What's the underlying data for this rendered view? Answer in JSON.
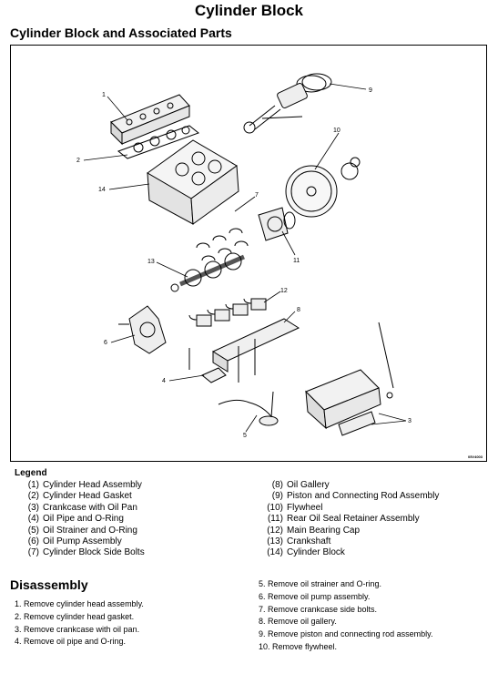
{
  "page_title": "Cylinder Block",
  "section_title": "Cylinder Block and Associated Parts",
  "figure": {
    "code": "05V4003",
    "callouts": [
      "1",
      "2",
      "14",
      "9",
      "10",
      "7",
      "11",
      "13",
      "12",
      "8",
      "6",
      "4",
      "5",
      "3"
    ]
  },
  "legend": {
    "title": "Legend",
    "items": [
      {
        "num": "(1)",
        "text": "Cylinder Head Assembly"
      },
      {
        "num": "(2)",
        "text": "Cylinder Head Gasket"
      },
      {
        "num": "(3)",
        "text": "Crankcase with Oil Pan"
      },
      {
        "num": "(4)",
        "text": "Oil Pipe and O-Ring"
      },
      {
        "num": "(5)",
        "text": "Oil Strainer and O-Ring"
      },
      {
        "num": "(6)",
        "text": "Oil Pump Assembly"
      },
      {
        "num": "(7)",
        "text": "Cylinder Block Side Bolts"
      },
      {
        "num": "(8)",
        "text": "Oil Gallery"
      },
      {
        "num": "(9)",
        "text": "Piston and Connecting Rod Assembly"
      },
      {
        "num": "(10)",
        "text": "Flywheel"
      },
      {
        "num": "(11)",
        "text": "Rear Oil Seal Retainer Assembly"
      },
      {
        "num": "(12)",
        "text": "Main Bearing Cap"
      },
      {
        "num": "(13)",
        "text": "Crankshaft"
      },
      {
        "num": "(14)",
        "text": "Cylinder Block"
      }
    ]
  },
  "disassembly": {
    "title": "Disassembly",
    "steps": [
      "1. Remove cylinder head assembly.",
      "2. Remove cylinder head gasket.",
      "3. Remove crankcase with oil pan.",
      "4. Remove oil pipe and O-ring.",
      "5. Remove oil strainer and O-ring.",
      "6. Remove oil pump assembly.",
      "7. Remove crankcase side bolts.",
      "8. Remove oil gallery.",
      "9. Remove piston and connecting rod assembly.",
      "10. Remove flywheel."
    ]
  }
}
